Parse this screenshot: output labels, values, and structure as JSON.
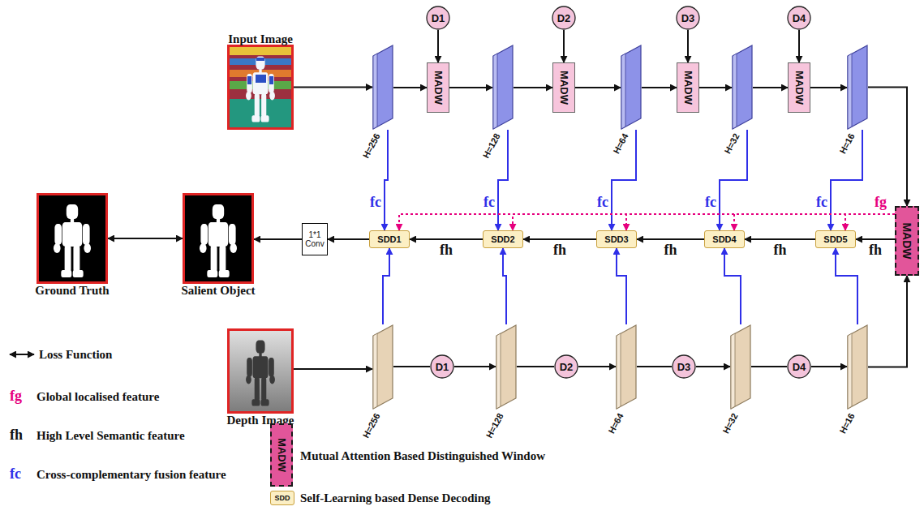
{
  "diagram": {
    "nodes": [
      {
        "text": [
          "Input Image"
        ]
      },
      {
        "text": [
          "H=256"
        ]
      },
      {
        "text": [
          "D1"
        ]
      },
      {
        "text": [
          "MADW"
        ]
      },
      {
        "text": [
          "H=128"
        ]
      },
      {
        "text": [
          "D2"
        ]
      },
      {
        "text": [
          "MADW"
        ]
      },
      {
        "text": [
          "H=64"
        ]
      },
      {
        "text": [
          "D3"
        ]
      },
      {
        "text": [
          "MADW"
        ]
      },
      {
        "text": [
          "H=32"
        ]
      },
      {
        "text": [
          "D4"
        ]
      },
      {
        "text": [
          "MADW"
        ]
      },
      {
        "text": [
          "H=16"
        ]
      },
      {
        "text": [
          "Ground Truth"
        ]
      },
      {
        "text": [
          "Salient Object"
        ]
      },
      {
        "text": [
          "1*1 Conv"
        ]
      },
      {
        "text": [
          "SDD1"
        ]
      },
      {
        "text": [
          "SDD2"
        ]
      },
      {
        "text": [
          "SDD3"
        ]
      },
      {
        "text": [
          "SDD4"
        ]
      },
      {
        "text": [
          "SDD5"
        ]
      },
      {
        "text": [
          "MADW"
        ]
      },
      {
        "text": [
          "Depth Image"
        ]
      },
      {
        "text": [
          "H=256"
        ]
      },
      {
        "text": [
          "D1"
        ]
      },
      {
        "text": [
          "H=128"
        ]
      },
      {
        "text": [
          "D2"
        ]
      },
      {
        "text": [
          "H=64"
        ]
      },
      {
        "text": [
          "D3"
        ]
      },
      {
        "text": [
          "H=32"
        ]
      },
      {
        "text": [
          "D4"
        ]
      },
      {
        "text": [
          "H=16"
        ]
      }
    ],
    "edges": [
      {
        "from": 0,
        "to": 1,
        "arrow": "to"
      },
      {
        "from": 1,
        "to": 3,
        "arrow": "to"
      },
      {
        "from": 2,
        "to": 3,
        "arrow": "to"
      },
      {
        "from": 3,
        "to": 4,
        "arrow": "to"
      },
      {
        "from": 4,
        "to": 6,
        "arrow": "to"
      },
      {
        "from": 5,
        "to": 6,
        "arrow": "to"
      },
      {
        "from": 6,
        "to": 7,
        "arrow": "to"
      },
      {
        "from": 7,
        "to": 9,
        "arrow": "to"
      },
      {
        "from": 8,
        "to": 9,
        "arrow": "to"
      },
      {
        "from": 9,
        "to": 10,
        "arrow": "to"
      },
      {
        "from": 10,
        "to": 12,
        "arrow": "to"
      },
      {
        "from": 11,
        "to": 12,
        "arrow": "to"
      },
      {
        "from": 12,
        "to": 13,
        "arrow": "to"
      },
      {
        "from": 13,
        "to": 22,
        "arrow": "to"
      },
      {
        "from": 23,
        "to": 24,
        "arrow": "to"
      },
      {
        "from": 24,
        "to": 25,
        "arrow": "none"
      },
      {
        "from": 25,
        "to": 26,
        "arrow": "to"
      },
      {
        "from": 26,
        "to": 27,
        "arrow": "none"
      },
      {
        "from": 27,
        "to": 28,
        "arrow": "to"
      },
      {
        "from": 28,
        "to": 29,
        "arrow": "none"
      },
      {
        "from": 29,
        "to": 30,
        "arrow": "to"
      },
      {
        "from": 30,
        "to": 31,
        "arrow": "none"
      },
      {
        "from": 31,
        "to": 32,
        "arrow": "to"
      },
      {
        "from": 32,
        "to": 22,
        "arrow": "to"
      },
      {
        "from": 22,
        "to": 21,
        "arrow": "to",
        "label": "fh"
      },
      {
        "from": 21,
        "to": 20,
        "arrow": "to",
        "label": "fh"
      },
      {
        "from": 20,
        "to": 19,
        "arrow": "to",
        "label": "fh"
      },
      {
        "from": 19,
        "to": 18,
        "arrow": "to",
        "label": "fh"
      },
      {
        "from": 18,
        "to": 17,
        "arrow": "to",
        "label": "fh"
      },
      {
        "from": 17,
        "to": 16,
        "arrow": "to"
      },
      {
        "from": 16,
        "to": 15,
        "arrow": "to"
      },
      {
        "from": 15,
        "to": 14,
        "arrow": "both"
      },
      {
        "from": 1,
        "to": 17,
        "arrow": "to"
      },
      {
        "from": 4,
        "to": 18,
        "arrow": "to"
      },
      {
        "from": 7,
        "to": 19,
        "arrow": "to"
      },
      {
        "from": 10,
        "to": 20,
        "arrow": "to"
      },
      {
        "from": 13,
        "to": 21,
        "arrow": "to"
      },
      {
        "from": 24,
        "to": 17,
        "arrow": "to"
      },
      {
        "from": 26,
        "to": 18,
        "arrow": "to"
      },
      {
        "from": 28,
        "to": 19,
        "arrow": "to"
      },
      {
        "from": 30,
        "to": 20,
        "arrow": "to"
      },
      {
        "from": 32,
        "to": 21,
        "arrow": "to"
      },
      {
        "from": 22,
        "to": 21,
        "arrow": "to"
      },
      {
        "from": 22,
        "to": 20,
        "arrow": "to"
      },
      {
        "from": 22,
        "to": 19,
        "arrow": "to"
      },
      {
        "from": 22,
        "to": 18,
        "arrow": "to"
      },
      {
        "from": 22,
        "to": 17,
        "arrow": "to"
      }
    ],
    "labels": [
      "fg",
      "fc",
      "fc",
      "fc",
      "fc",
      "fc",
      "fg",
      "fh",
      "fc",
      "MADW",
      "SDD"
    ],
    "legend": [
      {
        "text": "Loss Function"
      },
      {
        "text": "Global localised feature"
      },
      {
        "text": "High Level Semantic feature"
      },
      {
        "text": "Cross-complementary fusion feature"
      },
      {
        "text": "Mutual Attention Based Distinguished Window"
      },
      {
        "text": "Self-Learning based Dense Decoding"
      }
    ]
  }
}
